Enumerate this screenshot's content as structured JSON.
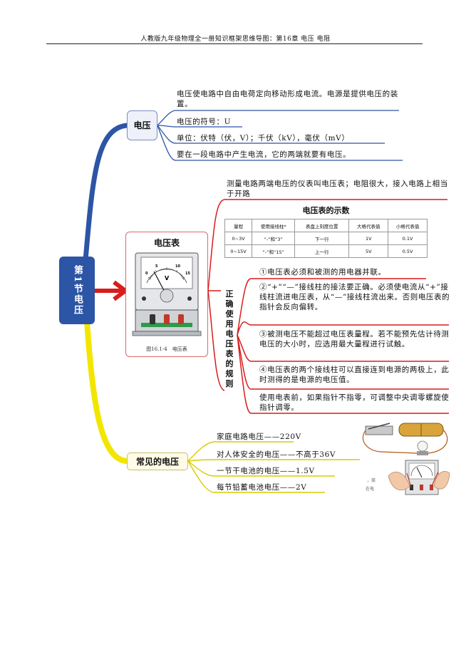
{
  "header": {
    "title": "人教版九年级物理全一册知识框架思维导图：第16章 电压 电阻"
  },
  "root": {
    "label": "第1节电压"
  },
  "branch_voltage": {
    "label": "电压",
    "items": [
      "电压使电路中自由电荷定向移动形成电流。电源是提供电压的装置。",
      "电压的符号：U",
      "单位：伏特（伏，V）；千伏（kV），毫伏（mV）",
      "要在一段电路中产生电流，它的两端就要有电压。"
    ]
  },
  "branch_meter": {
    "label": "电压表",
    "figure_caption": "图16.1-4　电压表",
    "intro": "测量电路两端电压的仪表叫电压表；电阻很大，接入电路上相当于开路",
    "table": {
      "title": "电压表的示数",
      "headers": [
        "量程",
        "使用接线柱*",
        "表盘上刻度位置",
        "大格代表值",
        "小格代表值"
      ],
      "rows": [
        [
          "0~3V",
          "“-”和“3”",
          "下一行",
          "1V",
          "0.1V"
        ],
        [
          "0~15V",
          "“-”和“15”",
          "上一行",
          "5V",
          "0.5V"
        ]
      ]
    },
    "rules_label": "正确使用电压表的规则",
    "rules": [
      "①电压表必须和被测的用电器并联。",
      "②“+”“—”接线柱的接法要正确。必须使电流从“+”接线柱流进电压表，从“—”接线柱流出来。否则电压表的指针会反向偏转。",
      "③被测电压不能超过电压表量程。若不能预先估计待测电压的大小时，应选用最大量程进行试触。",
      "④电压表的两个接线柱可以直接连到电源的两极上，此时测得的是电源的电压值。",
      "使用电表前，如果指针不指零，可调整中央调零螺旋使指针调零。"
    ]
  },
  "branch_common": {
    "label": "常见的电压",
    "items": [
      "家庭电路电压——220V",
      "对人体安全的电压——不高于36V",
      "一节干电池的电压——1.5V",
      "每节铅蓄电池电压——2V"
    ],
    "photo_text": [
      "，接",
      "在电"
    ]
  },
  "colors": {
    "blue": "#2c55a5",
    "red": "#d91c1c",
    "yellow": "#f2e600"
  }
}
